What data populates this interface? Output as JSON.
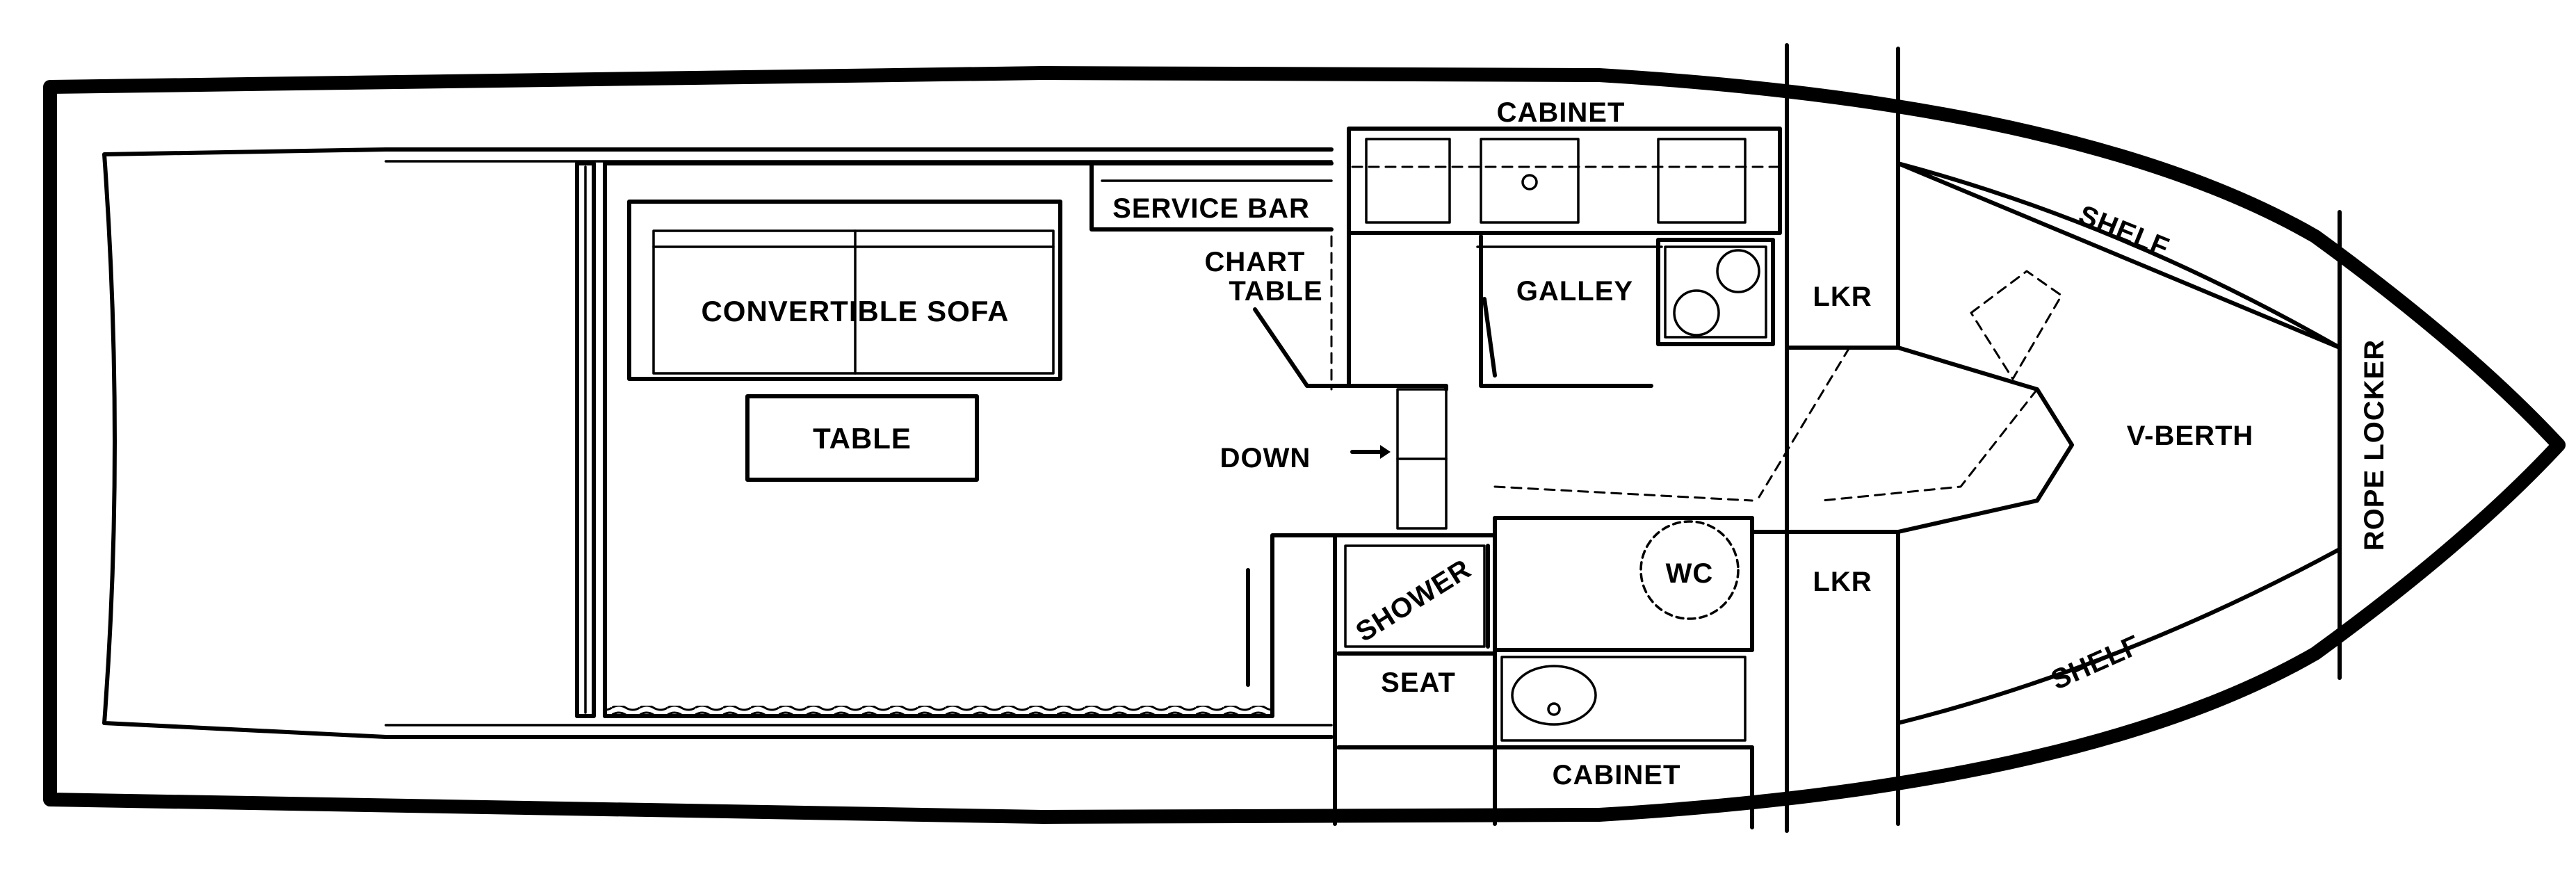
{
  "labels": {
    "cabinet_top": "CABINET",
    "service_bar": "SERVICE BAR",
    "chart_table_1": "CHART",
    "chart_table_2": "TABLE",
    "convertible_sofa": "CONVERTIBLE SOFA",
    "table": "TABLE",
    "galley": "GALLEY",
    "lkr_top": "LKR",
    "shelf_top": "SHELF",
    "v_berth": "V-BERTH",
    "rope_locker": "ROPE LOCKER",
    "down": "DOWN",
    "shower": "SHOWER",
    "wc": "WC",
    "lkr_bottom": "LKR",
    "seat": "SEAT",
    "shelf_bottom": "SHELF",
    "cabinet_bottom": "CABINET"
  }
}
